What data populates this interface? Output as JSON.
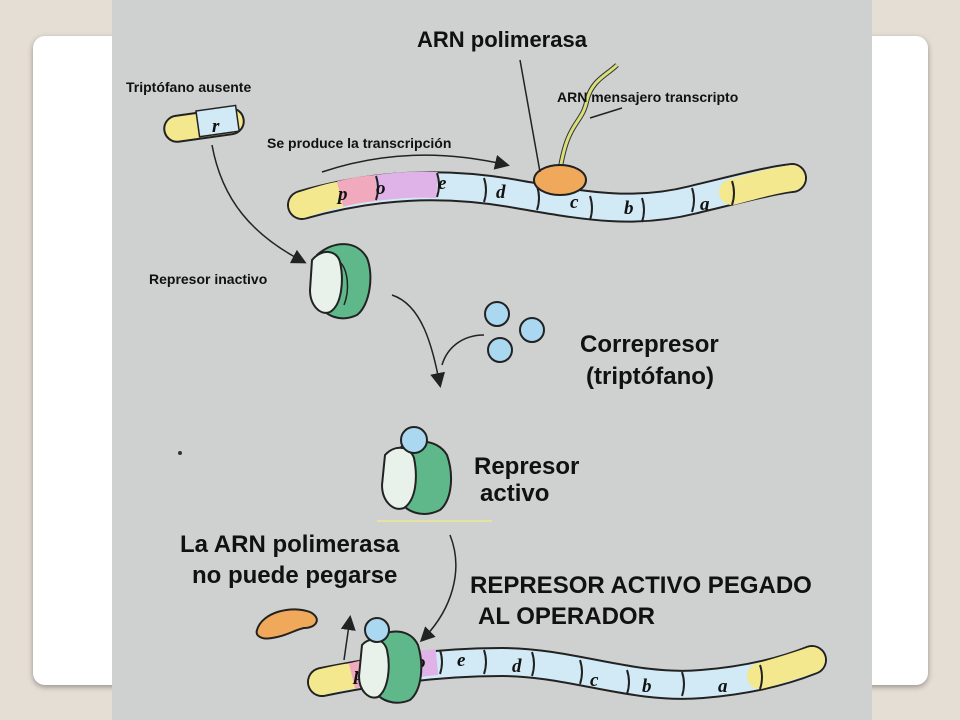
{
  "labels": {
    "rna_polymerase": "ARN polimerasa",
    "tryptophan_absent": "Triptófano ausente",
    "mrna_transcribed": "ARN mensajero transcripto",
    "transcription_occurs": "Se produce la transcripción",
    "inactive_repressor": "Represor inactivo",
    "corepressor_line1": "Correpresor",
    "corepressor_line2": "(triptófano)",
    "active_repressor_line1": "Represor",
    "active_repressor_line2": "activo",
    "cannot_bind_line1": "La ARN polimerasa",
    "cannot_bind_line2": "no puede pegarse",
    "bound_repressor_line1": "REPRESOR ACTIVO PEGADO",
    "bound_repressor_line2": "AL OPERADOR"
  },
  "regulator_gene": "r",
  "operon_genes_top": [
    "p",
    "o",
    "e",
    "d",
    "c",
    "b",
    "a"
  ],
  "operon_genes_bottom": [
    "p",
    "o",
    "e",
    "d",
    "c",
    "b",
    "a"
  ],
  "colors": {
    "background": "#e5ded5",
    "card": "#ffffff",
    "figure": "#cfd0d0",
    "promoter": "#f0a9bd",
    "operator": "#e0b3e8",
    "gene": "#d2e9f6",
    "end_cap": "#f3e88e",
    "polymerase": "#f0a95a",
    "repressor": "#5fb88a",
    "corepressor": "#a9d8f0"
  }
}
